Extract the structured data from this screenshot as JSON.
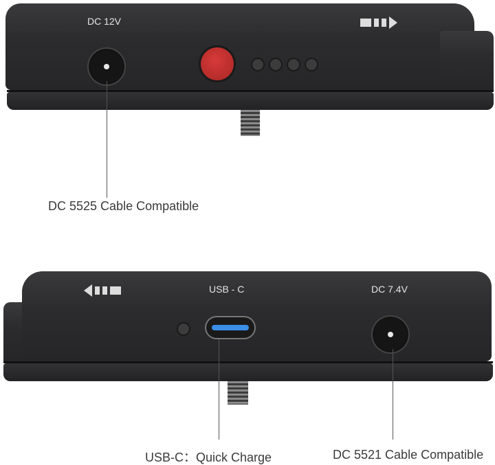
{
  "top_device": {
    "port_label": "DC 12V",
    "callout": "DC 5525 Cable Compatible",
    "colors": {
      "button": "#c0302e"
    }
  },
  "bottom_device": {
    "usb_label": "USB - C",
    "dc_label": "DC 7.4V",
    "callout_usb": "USB-C：Quick Charge",
    "callout_dc": "DC 5521 Cable Compatible",
    "colors": {
      "usb_tongue": "#3a8ee6"
    }
  }
}
